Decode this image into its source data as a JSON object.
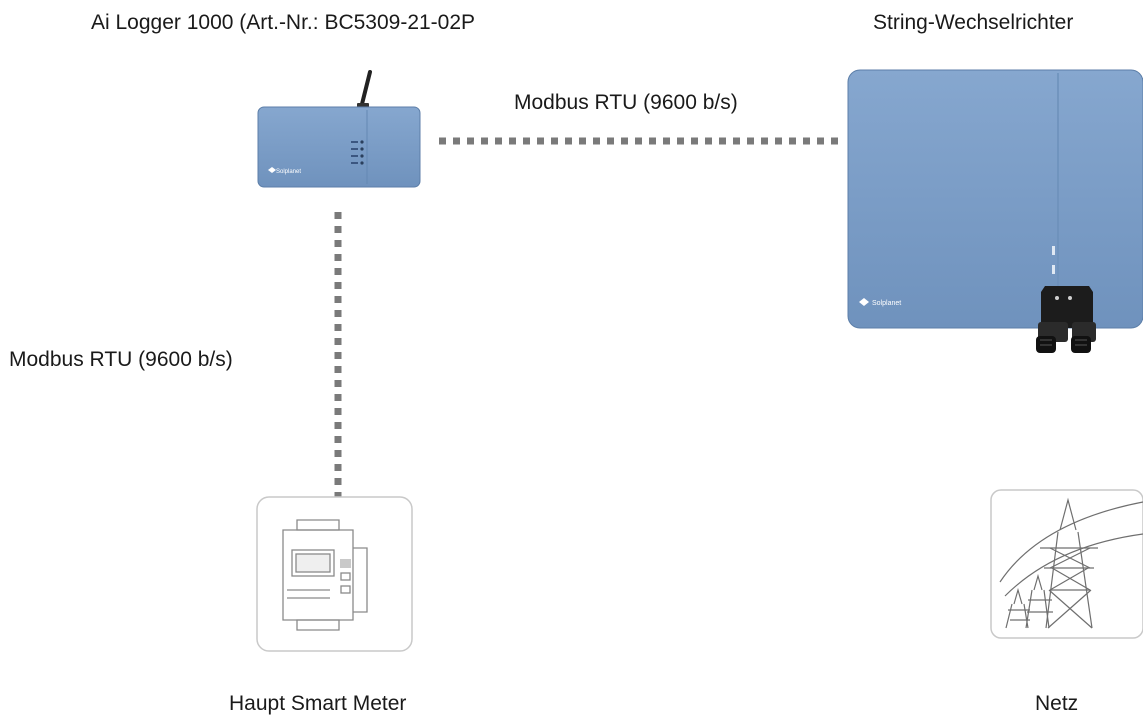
{
  "labels": {
    "logger": "Ai Logger 1000 (Art.-Nr.: BC5309-21-02P",
    "inverter": "String-Wechselrichter",
    "modbus_horizontal": "Modbus RTU (9600 b/s)",
    "modbus_vertical": "Modbus RTU (9600 b/s)",
    "meter": "Haupt Smart Meter",
    "grid": "Netz"
  },
  "brand": {
    "logger_logo": "Solplanet",
    "inverter_logo": "Solplanet"
  },
  "colors": {
    "device_blue": "#7a9cc6",
    "dashed_line": "#7a7a7a",
    "power_red": "#f5545c",
    "power_purple": "#8b5cf6"
  }
}
